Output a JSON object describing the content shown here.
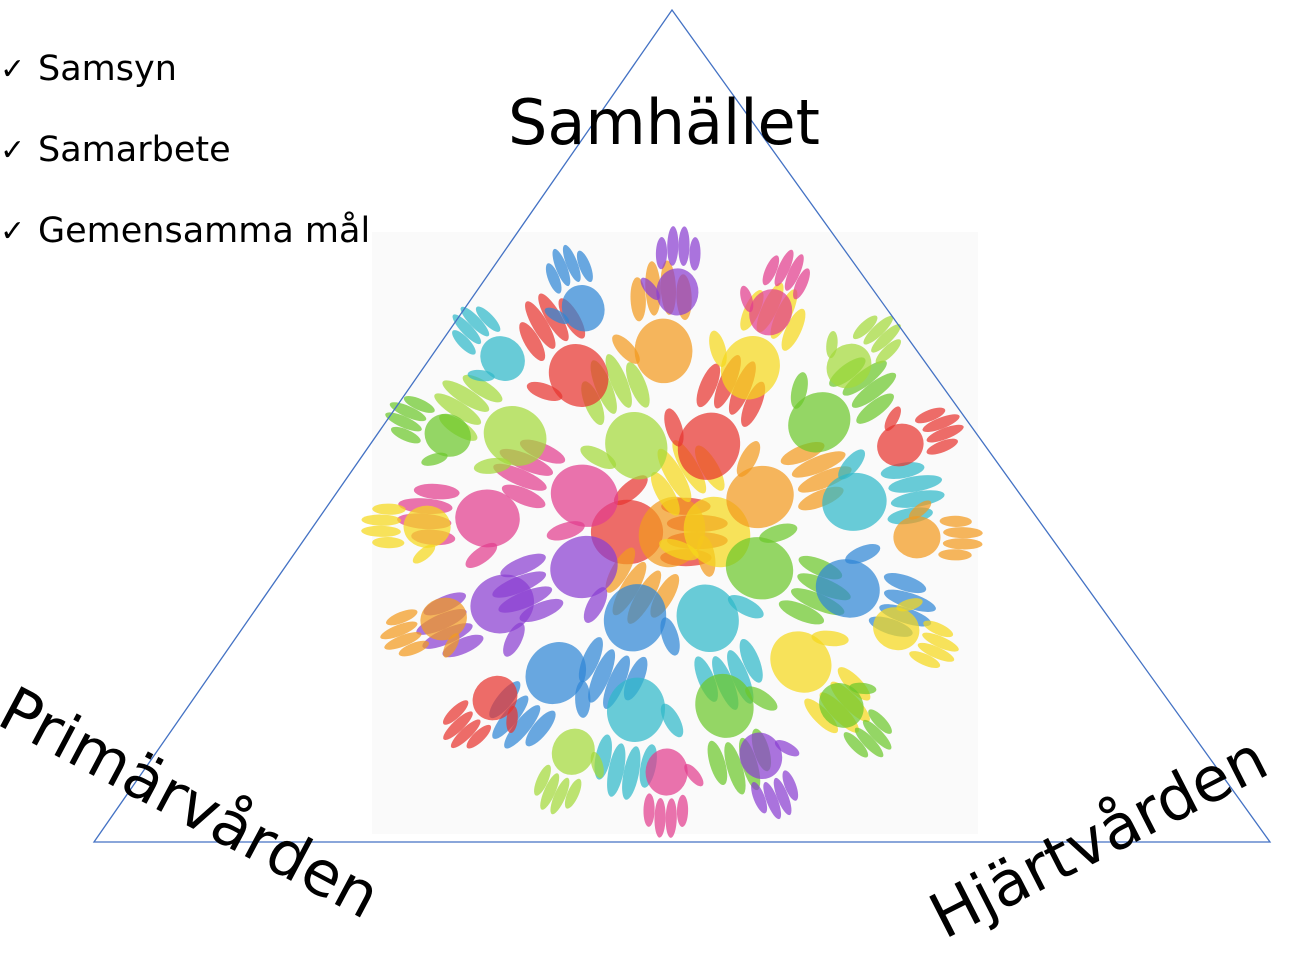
{
  "bullets": [
    {
      "label": "Samsyn"
    },
    {
      "label": "Samarbete"
    },
    {
      "label": "Gemensamma mål"
    }
  ],
  "check_glyph": "✓",
  "corners": {
    "top": "Samhället",
    "left": "Primärvården",
    "right": "Hjärtvården"
  },
  "colors": {
    "triangle_stroke": "#4472c4",
    "handprint_palette": [
      "#e8342f",
      "#f29a1f",
      "#f5d81c",
      "#6cc72b",
      "#2fb9c9",
      "#2f86d6",
      "#8a3fd1",
      "#e23d8e",
      "#a4d93a"
    ]
  },
  "image": {
    "subject": "colorful-handprints-circle"
  }
}
